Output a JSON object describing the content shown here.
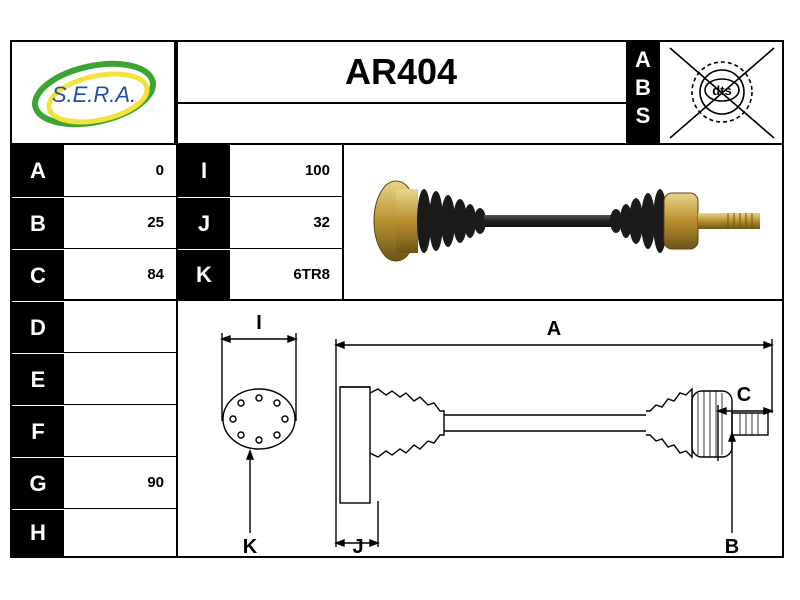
{
  "brand": {
    "logo_text": "S.E.R.A."
  },
  "part_number": "AR404",
  "abs_letters": [
    "A",
    "B",
    "S"
  ],
  "dts_badge": "dts",
  "left_params": [
    {
      "letter": "A",
      "value": "0"
    },
    {
      "letter": "B",
      "value": "25"
    },
    {
      "letter": "C",
      "value": "84"
    },
    {
      "letter": "D",
      "value": ""
    },
    {
      "letter": "E",
      "value": ""
    },
    {
      "letter": "F",
      "value": ""
    },
    {
      "letter": "G",
      "value": "90"
    },
    {
      "letter": "H",
      "value": ""
    }
  ],
  "mid_params": [
    {
      "letter": "I",
      "value": "100"
    },
    {
      "letter": "J",
      "value": "32"
    },
    {
      "letter": "K",
      "value": "6TR8"
    }
  ],
  "diagram_labels": {
    "I": "I",
    "A": "A",
    "C": "C",
    "K": "K",
    "J": "J",
    "B": "B"
  },
  "colors": {
    "logo_green": "#3aa535",
    "logo_yellow": "#f2e23a",
    "logo_blue": "#1f4fa8",
    "brass": "#c9a545",
    "rubber": "#1a1a1a"
  }
}
